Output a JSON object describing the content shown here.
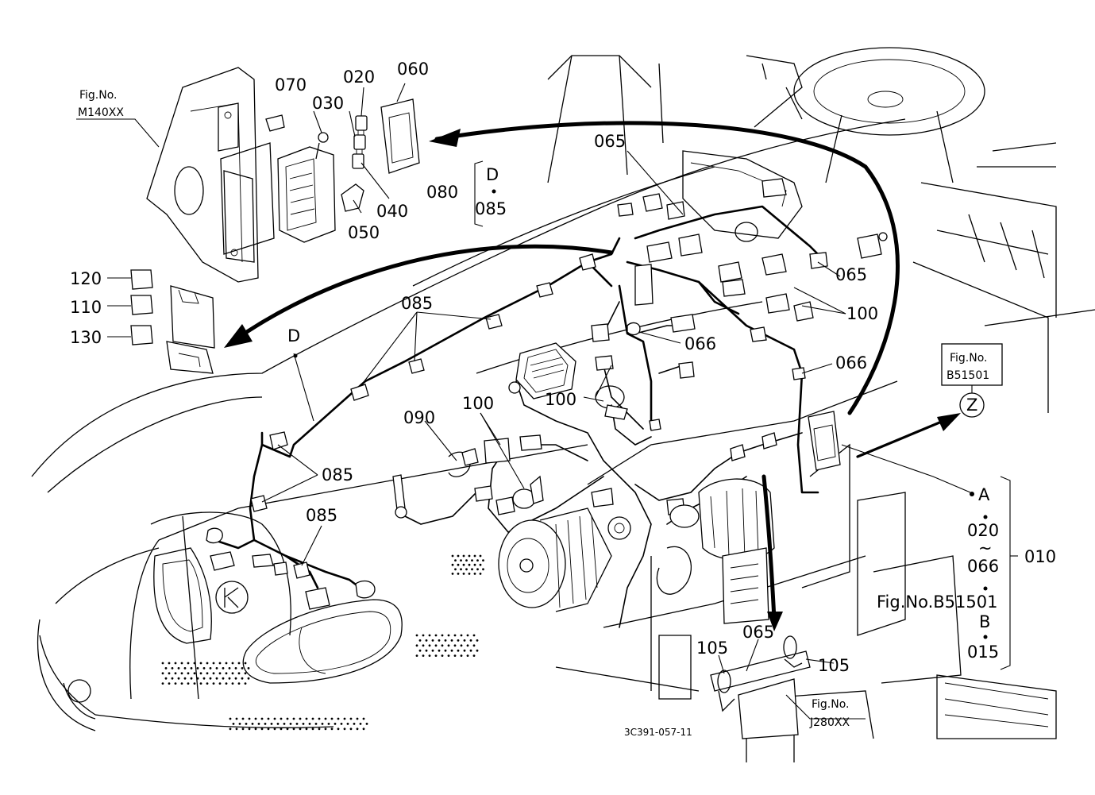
{
  "callouts": {
    "fig_m140": {
      "line1": "Fig.No.",
      "line2": "M140XX"
    },
    "fig_b51501_box": {
      "line1": "Fig.No.",
      "line2": "B51501"
    },
    "fig_j280": {
      "line1": "Fig.No.",
      "line2": "J280XX"
    },
    "fig_b51501_inline": "Fig.No.B51501"
  },
  "part_numbers": {
    "p070": "070",
    "p020": "020",
    "p060": "060",
    "p030": "030",
    "p040": "040",
    "p050": "050",
    "p065_top": "065",
    "p065_right": "065",
    "p065_bottom": "065",
    "p120": "120",
    "p110": "110",
    "p130": "130",
    "p085_top": "085",
    "p085_mid": "085",
    "p085_low": "085",
    "p100_right": "100",
    "p100_center": "100",
    "p100_left": "100",
    "p066_a": "066",
    "p066_b": "066",
    "p090": "090",
    "p105_left": "105",
    "p105_right": "105",
    "p010": "010"
  },
  "detail_group_d": {
    "left": "080",
    "top": "D",
    "bottom": "085"
  },
  "marker_d": "D",
  "marker_z": "Z",
  "group_list": {
    "a": "A",
    "a_start": "020",
    "tilde": "~",
    "a_end": "066",
    "b": "B",
    "b_value": "015"
  },
  "drawing_code": "3C391-057-11"
}
